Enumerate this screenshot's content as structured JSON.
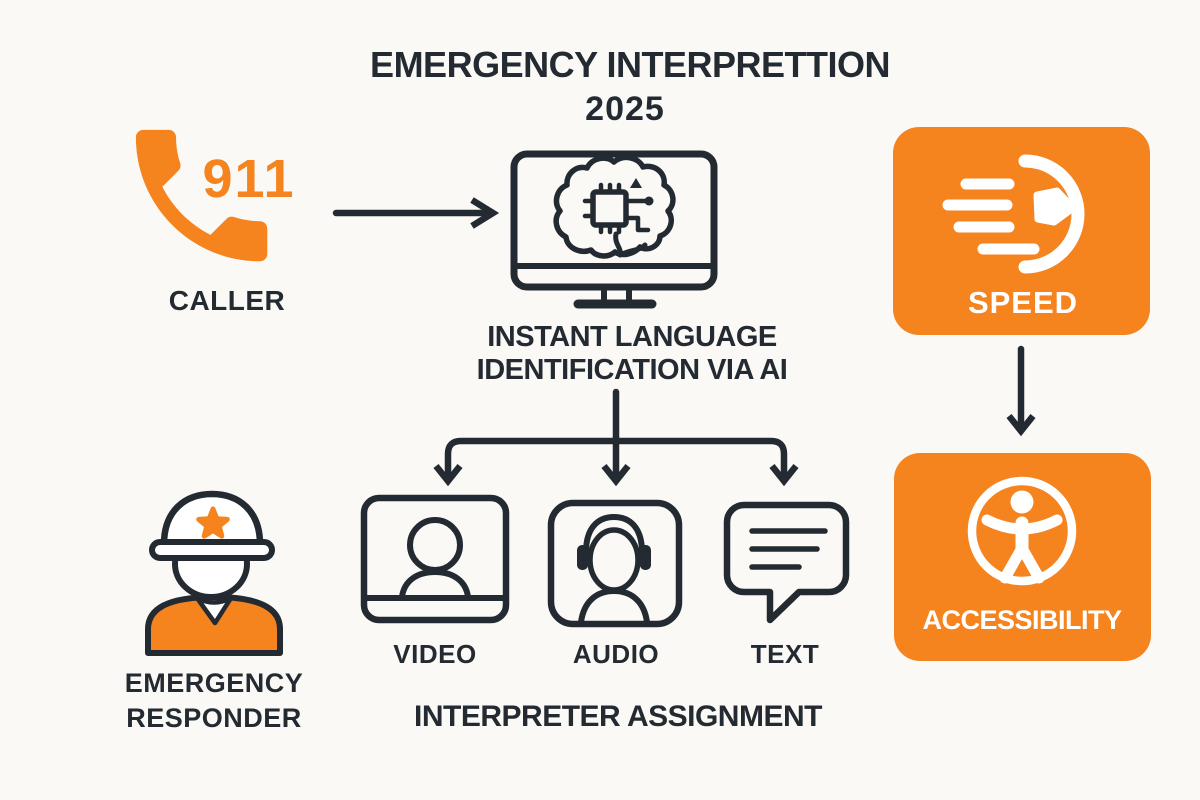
{
  "title": {
    "line1": "EMERGENCY INTERPRETTION",
    "line2": "2025"
  },
  "caller": {
    "number": "911",
    "label": "CALLER"
  },
  "ai": {
    "line1": "INSTANT LANGUAGE",
    "line2": "IDENTIFICATION VIA AI"
  },
  "channels": {
    "items": [
      {
        "label": "VIDEO",
        "icon": "video-call-icon"
      },
      {
        "label": "AUDIO",
        "icon": "headset-person-icon"
      },
      {
        "label": "TEXT",
        "icon": "speech-bubble-icon"
      }
    ],
    "caption": "INTERPRETER ASSIGNMENT"
  },
  "responder": {
    "line1": "EMERGENCY",
    "line2": "RESPONDER"
  },
  "benefits": [
    {
      "label": "SPEED",
      "icon": "speedometer-icon"
    },
    {
      "label": "ACCESSIBILITY",
      "icon": "accessibility-icon"
    }
  ],
  "icons": {
    "caller": "phone-icon",
    "ai": "monitor-brain-icon"
  },
  "colors": {
    "accent_orange": "#F5831E",
    "ink": "#232A31",
    "background": "#FAF9F6",
    "white": "#FFFFFF"
  }
}
